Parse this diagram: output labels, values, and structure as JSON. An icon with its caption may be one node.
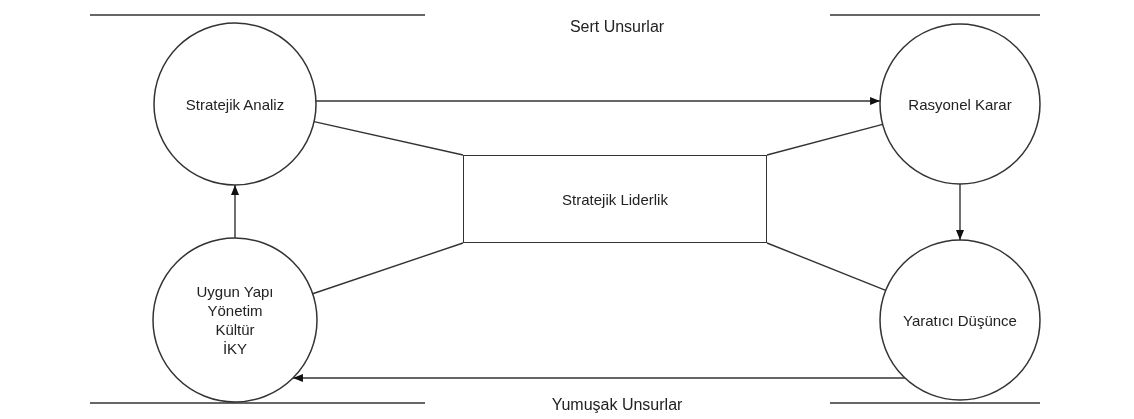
{
  "diagram": {
    "nodes": [
      {
        "text": [
          "Stratejik Analiz"
        ]
      },
      {
        "text": [
          "Rasyonel Karar"
        ]
      },
      {
        "text": [
          "Stratejik Liderlik"
        ]
      },
      {
        "text": [
          "Uygun Yapı",
          "Yönetim",
          "Kültür",
          "İKY"
        ]
      },
      {
        "text": [
          "Yaratıcı Düşünce"
        ]
      }
    ],
    "edges": [
      {
        "from": 0,
        "to": 1,
        "arrow": "to"
      },
      {
        "from": 1,
        "to": 4,
        "arrow": "to"
      },
      {
        "from": 4,
        "to": 3,
        "arrow": "to"
      },
      {
        "from": 3,
        "to": 0,
        "arrow": "to"
      },
      {
        "from": 0,
        "to": 2,
        "arrow": "none"
      },
      {
        "from": 1,
        "to": 2,
        "arrow": "none"
      },
      {
        "from": 4,
        "to": 2,
        "arrow": "none"
      },
      {
        "from": 3,
        "to": 2,
        "arrow": "none"
      }
    ],
    "labels": [
      "Sert Unsurlar",
      "Yumuşak Unsurlar"
    ]
  }
}
